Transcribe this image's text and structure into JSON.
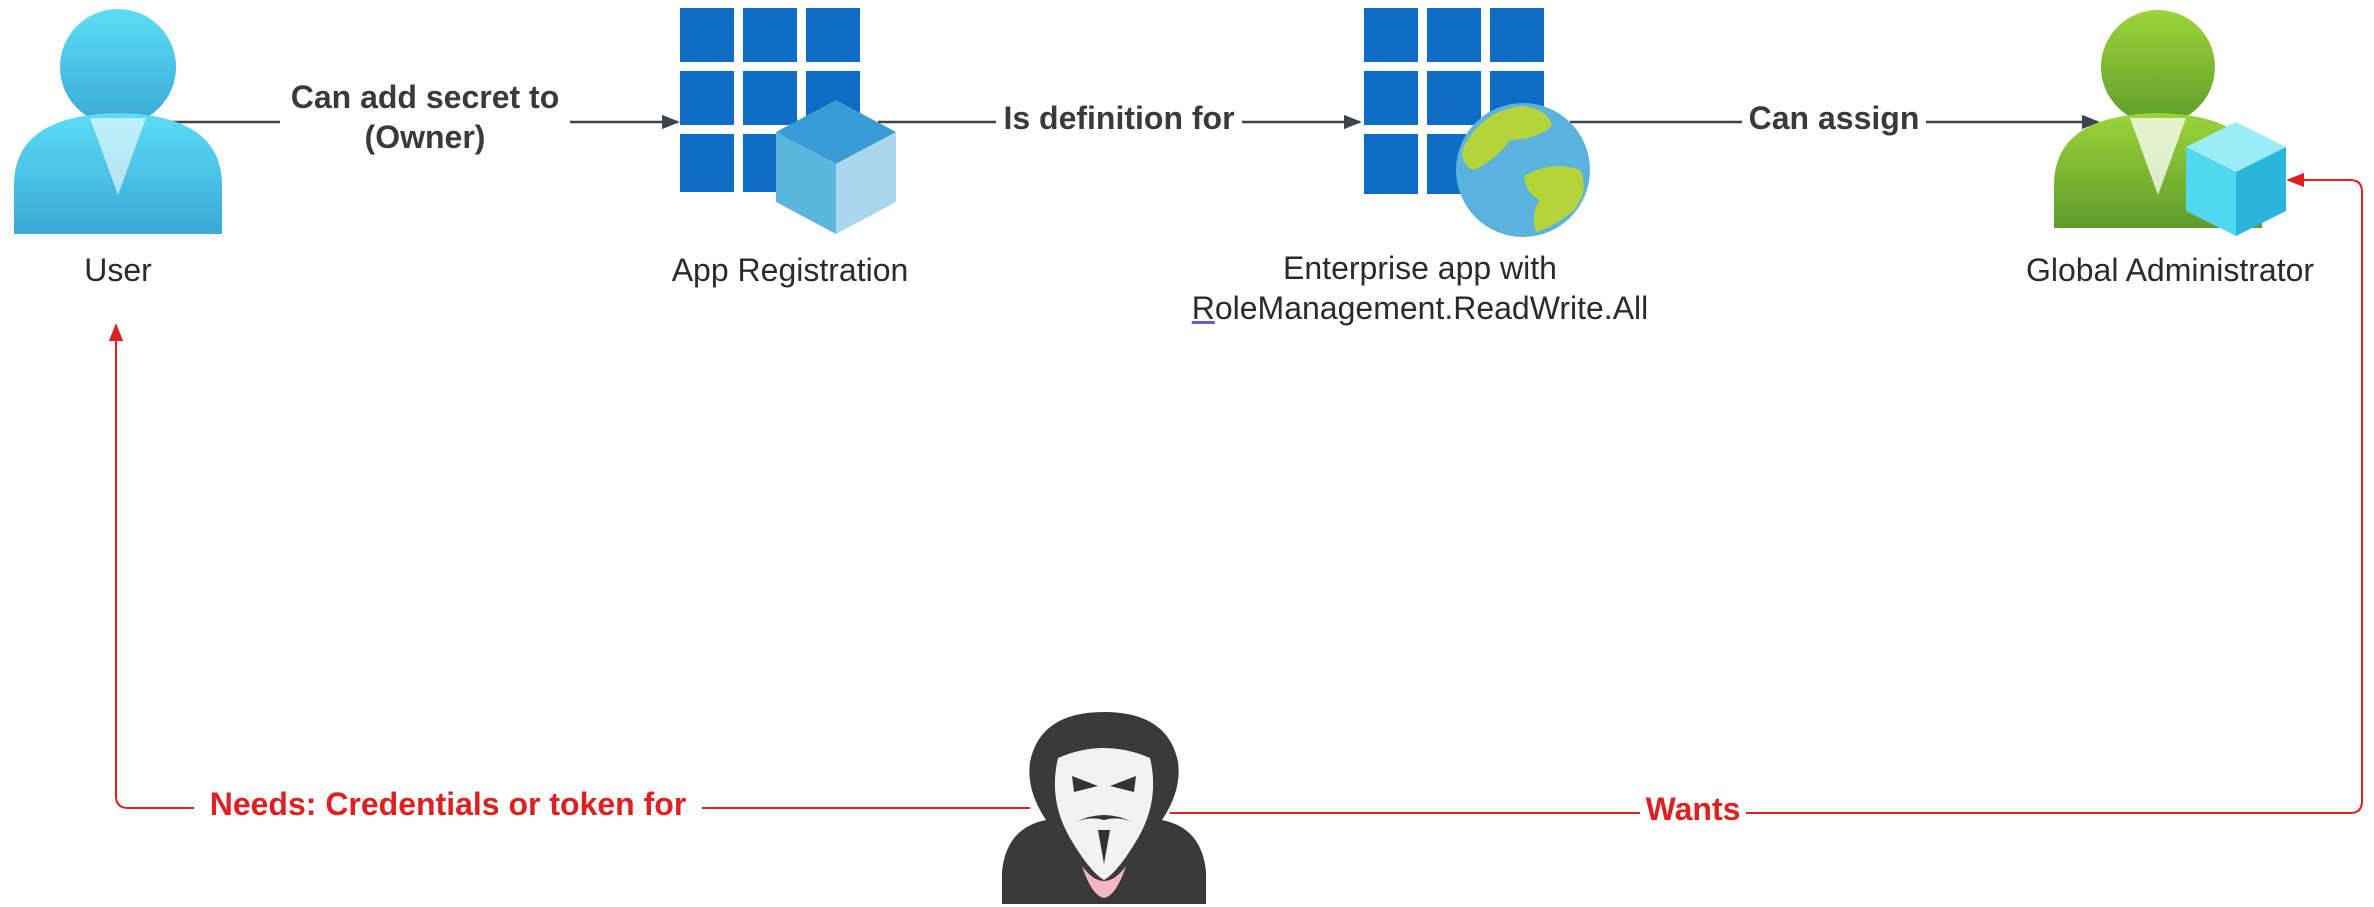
{
  "colors": {
    "arrow_dark": "#3c4450",
    "arrow_red": "#e02020",
    "label_dark": "#3a3a3a",
    "label_red": "#e02020",
    "azure_blue": "#0f6cc4",
    "user_blue": "#4fc3e6",
    "admin_green": "#7fc241",
    "hacker_gray": "#3a3a3a"
  },
  "nodes": {
    "user": {
      "label": "User",
      "icon": "user-icon"
    },
    "app_registration": {
      "label": "App Registration",
      "icon": "app-registration-icon"
    },
    "enterprise_app": {
      "label_line1": "Enterprise app with",
      "label_line2_first": "R",
      "label_line2_rest": "oleManagement.ReadWrite.All",
      "icon": "enterprise-app-icon"
    },
    "global_admin": {
      "label": "Global Administrator",
      "icon": "admin-user-icon"
    },
    "attacker": {
      "icon": "hacker-icon"
    }
  },
  "edges": {
    "user_to_app": {
      "line1": "Can add secret to",
      "line2": "(Owner)"
    },
    "app_to_enterprise": {
      "label": "Is definition for"
    },
    "enterprise_to_admin": {
      "label": "Can assign"
    },
    "attacker_to_user": {
      "label": "Needs: Credentials or token for"
    },
    "attacker_to_admin": {
      "label": "Wants"
    }
  }
}
